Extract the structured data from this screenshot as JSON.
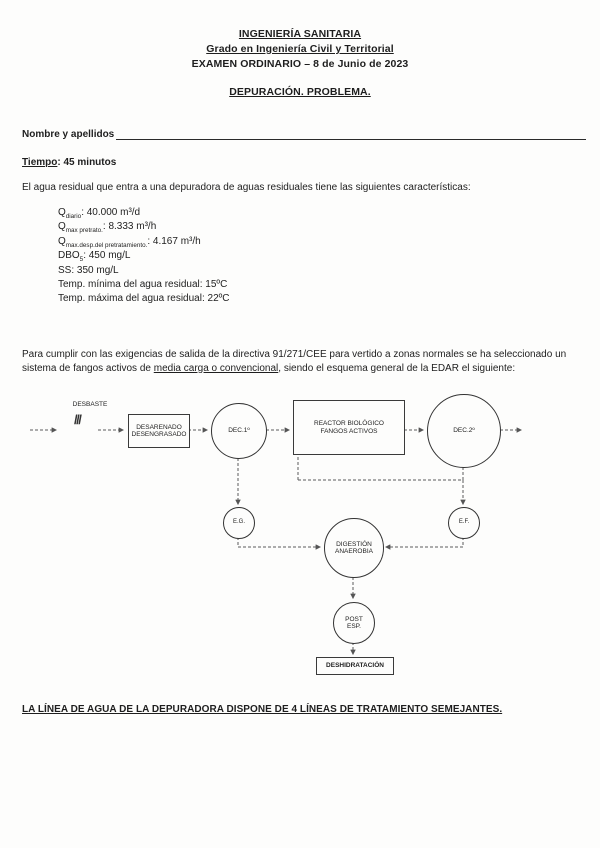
{
  "header": {
    "line1": "INGENIERÍA SANITARIA",
    "line2": "Grado en Ingeniería Civil y Territorial",
    "line3": "EXAMEN ORDINARIO – 8 de Junio de 2023",
    "title": "DEPURACIÓN. PROBLEMA."
  },
  "form": {
    "name_label": "Nombre y apellidos"
  },
  "time": {
    "label": "Tiempo",
    "value": ": 45 minutos"
  },
  "intro": "El agua residual que entra a una depuradora de aguas residuales tiene las siguientes características:",
  "characteristics": [
    {
      "base": "Q",
      "sub": "diario",
      "rest": ": 40.000 m³/d"
    },
    {
      "base": "Q",
      "sub": "max pretrato.",
      "rest": ": 8.333 m³/h"
    },
    {
      "base": "Q",
      "sub": "max.desp.del pretratamiento.",
      "rest": ": 4.167 m³/h"
    },
    {
      "base": "DBO",
      "sub": "5",
      "rest": ": 450 mg/L"
    },
    {
      "base": "SS",
      "sub": "",
      "rest": ": 350 mg/L"
    },
    {
      "base": "Temp. mínima del agua residual: 15ºC",
      "sub": "",
      "rest": ""
    },
    {
      "base": "Temp. máxima del agua residual: 22ºC",
      "sub": "",
      "rest": ""
    }
  ],
  "requirement": {
    "before": "Para cumplir con las exigencias de salida de la directiva 91/271/CEE para vertido a zonas normales se ha seleccionado un sistema de fangos activos de ",
    "underlined": "media carga o convencional",
    "after": ", siendo el esquema general de la EDAR el siguiente:"
  },
  "diagram": {
    "desbaste_label": "DESBASTE",
    "hatch": "///",
    "pretreat_line1": "DESARENADO",
    "pretreat_line2": "DESENGRASADO",
    "dec1": "DEC.1º",
    "reactor_line1": "REACTOR BIOLÓGICO",
    "reactor_line2": "FANGOS ACTIVOS",
    "dec2": "DEC.2º",
    "thickener_gravity": "E.G.",
    "thickener_flotation": "E.F.",
    "digestion_line1": "DIGESTIÓN",
    "digestion_line2": "ANAEROBIA",
    "post_line1": "POST",
    "post_line2": "ESP.",
    "dewatering": "DESHIDRATACIÓN"
  },
  "footer_note": "LA LÍNEA DE AGUA DE LA DEPURADORA DISPONE DE 4 LÍNEAS DE TRATAMIENTO SEMEJANTES."
}
